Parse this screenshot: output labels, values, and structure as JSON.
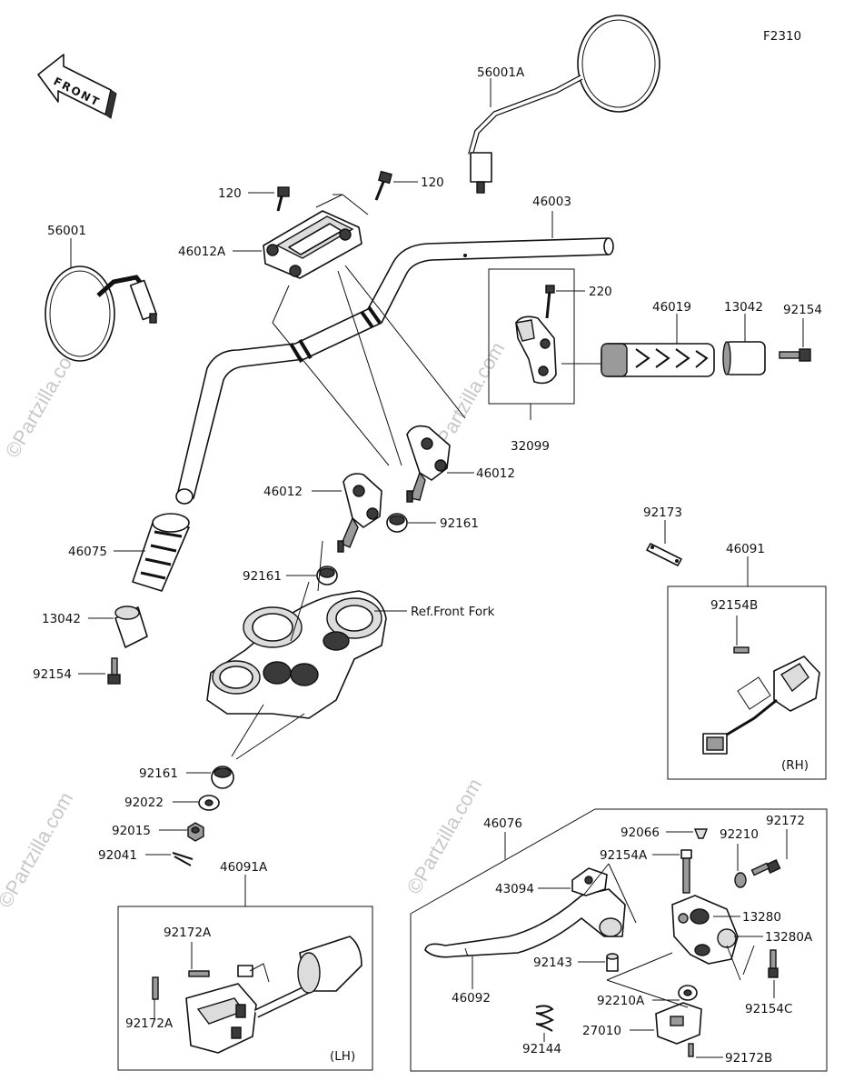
{
  "figure_code": "F2310",
  "front_label": "FRONT",
  "watermark": "©Partzilla.com",
  "boxes": {
    "lh_tag": "(LH)",
    "rh_tag": "(RH)"
  },
  "labels": {
    "l56001A": "56001A",
    "l120a": "120",
    "l120b": "120",
    "l46003": "46003",
    "l56001": "56001",
    "l46012A": "46012A",
    "l220": "220",
    "l46019": "46019",
    "l13042a": "13042",
    "l92154a": "92154",
    "l32099": "32099",
    "l46012a": "46012",
    "l46012b": "46012",
    "l92161a": "92161",
    "l46075": "46075",
    "l92161b": "92161",
    "l92173": "92173",
    "l46091": "46091",
    "l92154B": "92154B",
    "l13042b": "13042",
    "lreffork": "Ref.Front Fork",
    "l92154b": "92154",
    "l92161c": "92161",
    "l92022": "92022",
    "l92015": "92015",
    "l92041": "92041",
    "l46091A": "46091A",
    "l46076": "46076",
    "l92066": "92066",
    "l92210a": "92210",
    "l92172": "92172",
    "l92154A": "92154A",
    "l43094": "43094",
    "l13280": "13280",
    "l13280A": "13280A",
    "l92172A1": "92172A",
    "l92172A2": "92172A",
    "l92143": "92143",
    "l46092": "46092",
    "l92210A": "92210A",
    "l92154C": "92154C",
    "l92144": "92144",
    "l27010": "27010",
    "l92172B": "92172B"
  }
}
